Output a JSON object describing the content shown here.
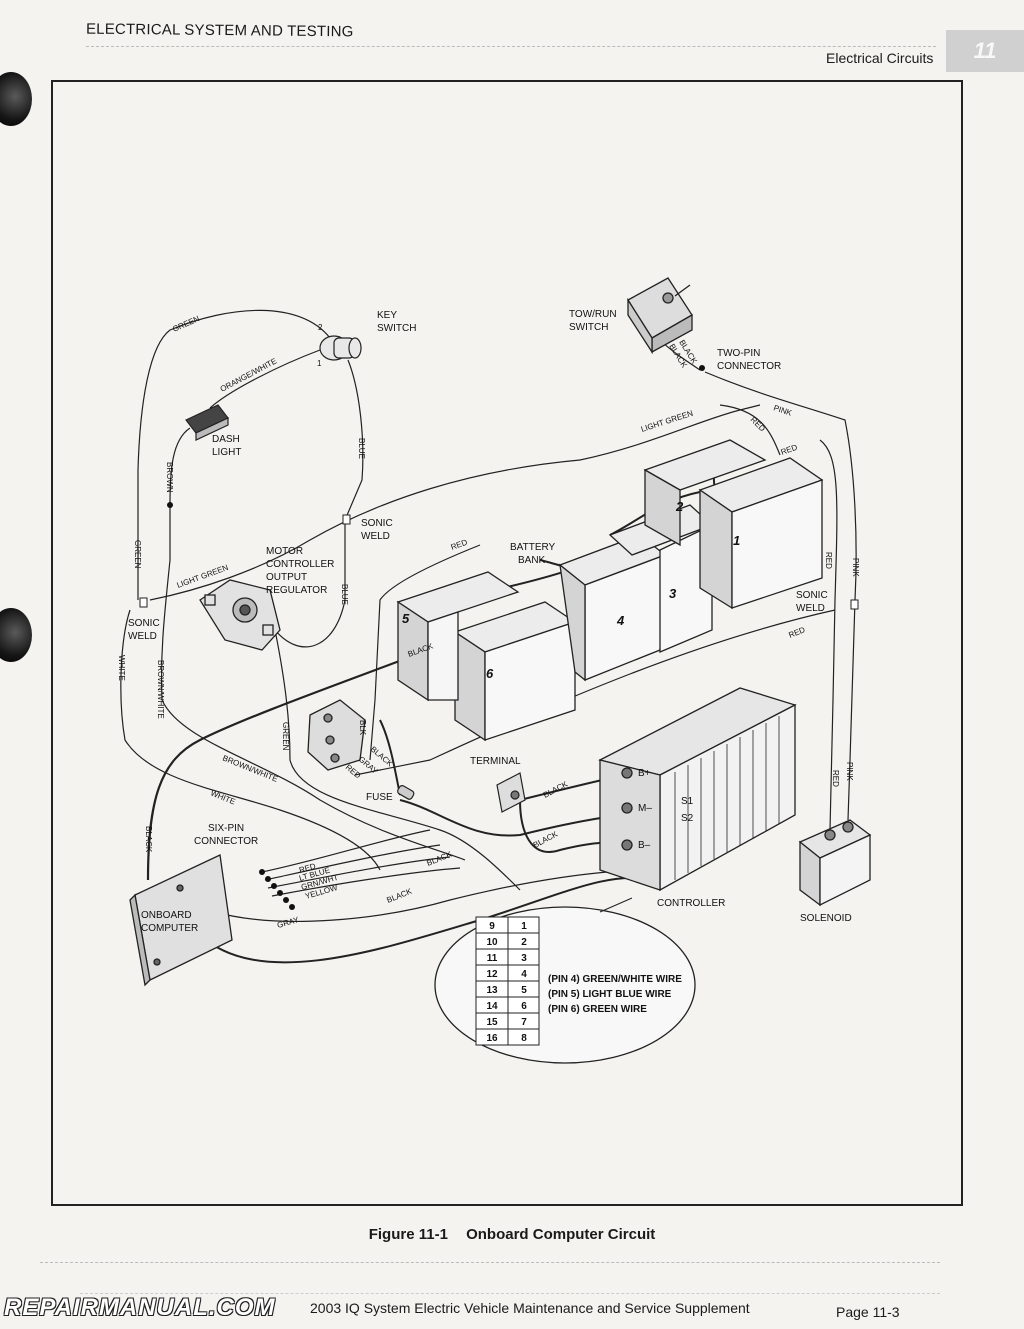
{
  "header": {
    "section_title": "ELECTRICAL SYSTEM AND TESTING",
    "subsection": "Electrical Circuits",
    "chapter_tab": "11"
  },
  "diagram": {
    "labels": {
      "key_switch": [
        "KEY",
        "SWITCH"
      ],
      "tow_run_switch": [
        "TOW/RUN",
        "SWITCH"
      ],
      "two_pin_connector": [
        "TWO-PIN",
        "CONNECTOR"
      ],
      "dash_light": [
        "DASH",
        "LIGHT"
      ],
      "sonic_weld_top": [
        "SONIC",
        "WELD"
      ],
      "sonic_weld_left": [
        "SONIC",
        "WELD"
      ],
      "sonic_weld_right": [
        "SONIC",
        "WELD"
      ],
      "motor_controller": [
        "MOTOR",
        "CONTROLLER",
        "OUTPUT",
        "REGULATOR"
      ],
      "battery_bank": [
        "BATTERY",
        "BANK"
      ],
      "terminal": "TERMINAL",
      "fuse": "FUSE",
      "six_pin_connector": [
        "SIX-PIN",
        "CONNECTOR"
      ],
      "onboard_computer": [
        "ONBOARD",
        "COMPUTER"
      ],
      "controller": "CONTROLLER",
      "solenoid": "SOLENOID",
      "controller_terminals": [
        "B+",
        "M–",
        "B–",
        "S1",
        "S2"
      ],
      "key_pins": [
        "2",
        "1"
      ]
    },
    "wires": {
      "green": "GREEN",
      "orange_white": "ORANGE/WHITE",
      "brown": "BROWN",
      "blue": "BLUE",
      "light_green": "LIGHT GREEN",
      "black": "BLACK",
      "pink": "PINK",
      "red": "RED",
      "white": "WHITE",
      "brown_white": "BROWN/WHITE",
      "blk": "BLK",
      "gray": "GRAY",
      "lt_blue": "LT BLUE",
      "grn_wht": "GRN/WHT",
      "yellow": "YELLOW"
    },
    "batteries": [
      "1",
      "2",
      "3",
      "4",
      "5",
      "6"
    ],
    "pin_table": {
      "rows": [
        [
          "9",
          "1"
        ],
        [
          "10",
          "2"
        ],
        [
          "11",
          "3"
        ],
        [
          "12",
          "4"
        ],
        [
          "13",
          "5"
        ],
        [
          "14",
          "6"
        ],
        [
          "15",
          "7"
        ],
        [
          "16",
          "8"
        ]
      ]
    },
    "pin_notes": [
      "(PIN 4) GREEN/WHITE WIRE",
      "(PIN 5) LIGHT BLUE WIRE",
      "(PIN 6) GREEN WIRE"
    ]
  },
  "figure": {
    "number": "Figure 11-1",
    "title": "Onboard Computer Circuit"
  },
  "footer": {
    "manual_title": "2003 IQ System Electric Vehicle Maintenance and Service Supplement",
    "page": "Page 11-3",
    "watermark": "REPAIRMANUAL.COM"
  }
}
